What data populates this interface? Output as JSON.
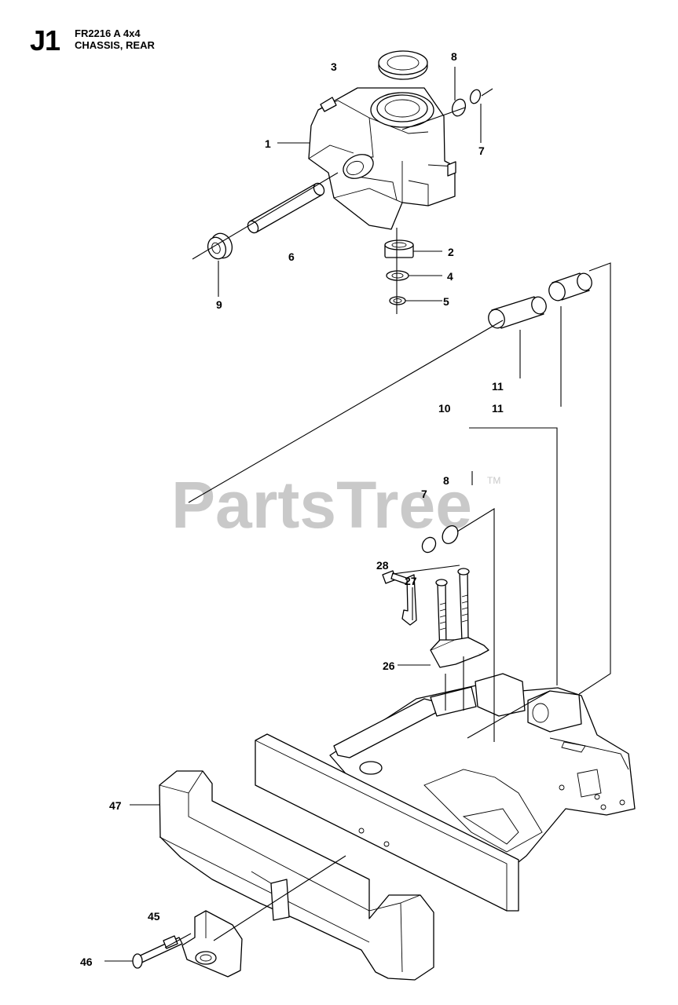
{
  "header": {
    "section_code": "J1",
    "model": "FR2216 A 4x4",
    "assembly": "CHASSIS, REAR"
  },
  "watermark": {
    "brand": "PartsTree",
    "trademark": "TM"
  },
  "callouts": [
    {
      "id": "c1",
      "label": "1"
    },
    {
      "id": "c2",
      "label": "2"
    },
    {
      "id": "c3",
      "label": "3"
    },
    {
      "id": "c4",
      "label": "4"
    },
    {
      "id": "c5",
      "label": "5"
    },
    {
      "id": "c6",
      "label": "6"
    },
    {
      "id": "c7a",
      "label": "7"
    },
    {
      "id": "c8a",
      "label": "8"
    },
    {
      "id": "c9",
      "label": "9"
    },
    {
      "id": "c11a",
      "label": "11"
    },
    {
      "id": "c10",
      "label": "10"
    },
    {
      "id": "c11b",
      "label": "11"
    },
    {
      "id": "c8b",
      "label": "8"
    },
    {
      "id": "c7b",
      "label": "7"
    },
    {
      "id": "c28",
      "label": "28"
    },
    {
      "id": "c27",
      "label": "27"
    },
    {
      "id": "c26",
      "label": "26"
    },
    {
      "id": "c47",
      "label": "47"
    },
    {
      "id": "c45",
      "label": "45"
    },
    {
      "id": "c46",
      "label": "46"
    }
  ]
}
